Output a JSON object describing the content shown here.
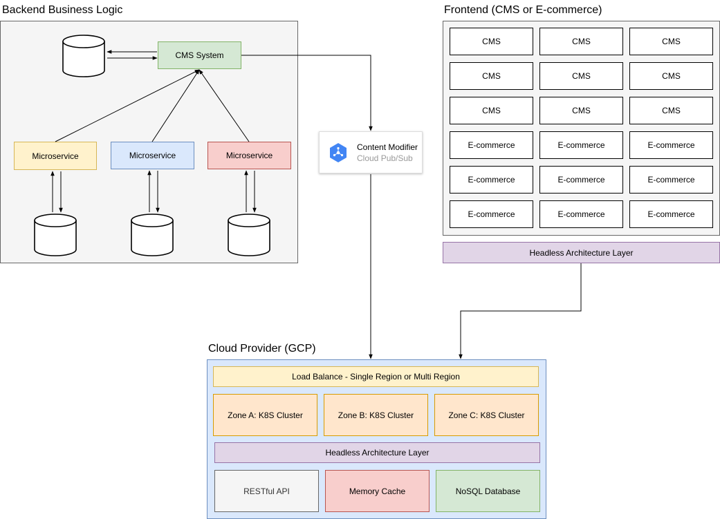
{
  "backend": {
    "title": "Backend Business Logic",
    "cms_system": "CMS System",
    "microservices": [
      "Microservice",
      "Microservice",
      "Microservice"
    ]
  },
  "pubsub": {
    "name": "Content Modifier",
    "service": "Cloud Pub/Sub"
  },
  "frontend": {
    "title": "Frontend (CMS or E-commerce)",
    "grid": [
      [
        "CMS",
        "CMS",
        "CMS"
      ],
      [
        "CMS",
        "CMS",
        "CMS"
      ],
      [
        "CMS",
        "CMS",
        "CMS"
      ],
      [
        "E-commerce",
        "E-commerce",
        "E-commerce"
      ],
      [
        "E-commerce",
        "E-commerce",
        "E-commerce"
      ],
      [
        "E-commerce",
        "E-commerce",
        "E-commerce"
      ]
    ],
    "headless": "Headless Architecture Layer"
  },
  "cloud": {
    "title": "Cloud Provider (GCP)",
    "load_balance": "Load Balance - Single Region or Multi Region",
    "zones": [
      "Zone A: K8S Cluster",
      "Zone B: K8S Cluster",
      "Zone C: K8S Cluster"
    ],
    "headless": "Headless Architecture Layer",
    "services": [
      "RESTful API",
      "Memory Cache",
      "NoSQL Database"
    ]
  },
  "colors": {
    "backend_bg": "#f5f5f5",
    "cms_system": "#d5e8d4",
    "cms_system_border": "#82b366",
    "ms_yellow": "#fff2cc",
    "ms_yellow_border": "#d6b656",
    "ms_blue": "#dae8fc",
    "ms_blue_border": "#6c8ebf",
    "ms_red": "#f8cecc",
    "ms_red_border": "#b85450",
    "headless": "#e1d5e7",
    "headless_border": "#9673a6",
    "cloud_bg": "#dae8fc",
    "zone": "#ffe6cc",
    "zone_border": "#d79b00",
    "pubsub_icon": "#4285f4"
  }
}
